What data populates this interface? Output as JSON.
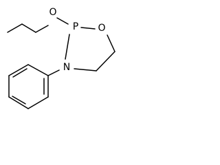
{
  "molecule": {
    "atoms": {
      "P": "P",
      "O_ring": "O",
      "O_ethoxy": "O",
      "N": "N"
    }
  }
}
